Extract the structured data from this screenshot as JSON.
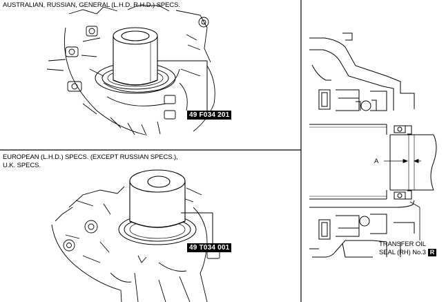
{
  "figure1": {
    "heading": "AUSTRALIAN, RUSSIAN, GENERAL (L.H.D. R.H.D.) SPECS.",
    "tool_code": "49 F034 201"
  },
  "figure2": {
    "heading_line1": "EUROPEAN (L.H.D.) SPECS. (EXCEPT RUSSIAN SPECS.),",
    "heading_line2": "U.K. SPECS.",
    "tool_code": "49 T034 001"
  },
  "section_view": {
    "dimension_label": "A",
    "part_label_line1": "TRANSFER OIL",
    "part_label_line2": "SEAL (RH) No.3",
    "badge": "R"
  }
}
